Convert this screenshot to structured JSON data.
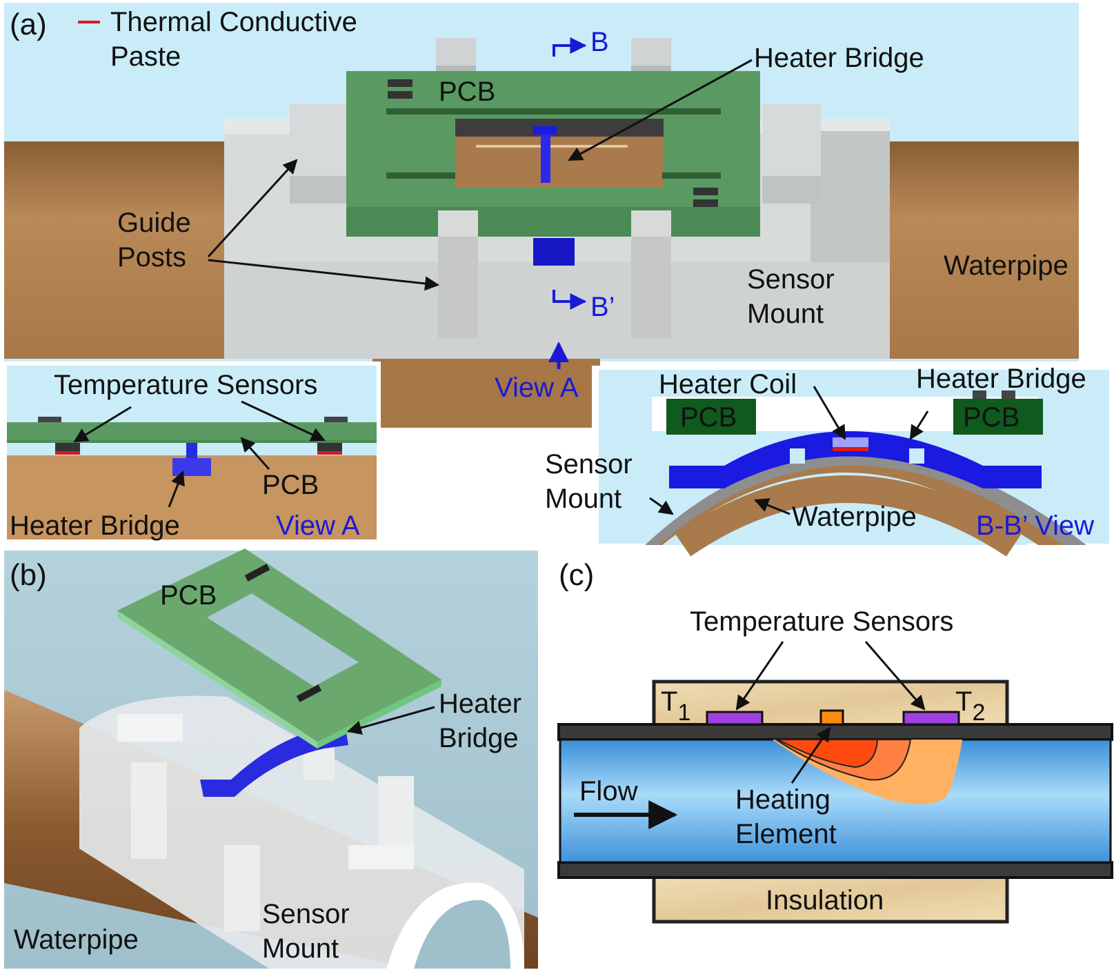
{
  "panel_a": {
    "tag": "(a)",
    "legend_label_line1": "Thermal Conductive",
    "legend_label_line2": "Paste",
    "legend_color": "#d81b1b",
    "section_start": "B",
    "section_end": "B’",
    "pcb": "PCB",
    "heater_bridge": "Heater Bridge",
    "guide_posts_line1": "Guide",
    "guide_posts_line2": "Posts",
    "sensor_mount_line1": "Sensor",
    "sensor_mount_line2": "Mount",
    "waterpipe": "Waterpipe",
    "view_a_arrow": "View A"
  },
  "inset_view_a": {
    "temperature_sensors": "Temperature Sensors",
    "pcb": "PCB",
    "heater_bridge": "Heater Bridge",
    "view_label": "View A"
  },
  "inset_bb": {
    "heater_coil": "Heater Coil",
    "heater_bridge": "Heater Bridge",
    "pcb_left": "PCB",
    "pcb_right": "PCB",
    "sensor_mount_line1": "Sensor",
    "sensor_mount_line2": "Mount",
    "waterpipe": "Waterpipe",
    "view_label": "B-B’ View"
  },
  "panel_b": {
    "tag": "(b)",
    "pcb": "PCB",
    "heater_bridge_line1": "Heater",
    "heater_bridge_line2": "Bridge",
    "waterpipe": "Waterpipe",
    "sensor_mount_line1": "Sensor",
    "sensor_mount_line2": "Mount"
  },
  "panel_c": {
    "tag": "(c)",
    "temperature_sensors": "Temperature Sensors",
    "t1": "T",
    "t1_sub": "1",
    "t2": "T",
    "t2_sub": "2",
    "flow": "Flow",
    "heating_element_line1": "Heating",
    "heating_element_line2": "Element",
    "insulation": "Insulation"
  },
  "colors": {
    "sky": "#c9ecf8",
    "pcb_green": "#5a9a62",
    "pcb_dark": "#0f5a1e",
    "heater_blue": "#1a1ae0",
    "pipe_brown": "#b07e4e",
    "mount_grey": "#d4d6d6",
    "water_blue": "#74c0f0",
    "insulation_tan": "#e8d3a8",
    "sensor_purple": "#a040e0",
    "heat_red": "#ff4a10"
  }
}
